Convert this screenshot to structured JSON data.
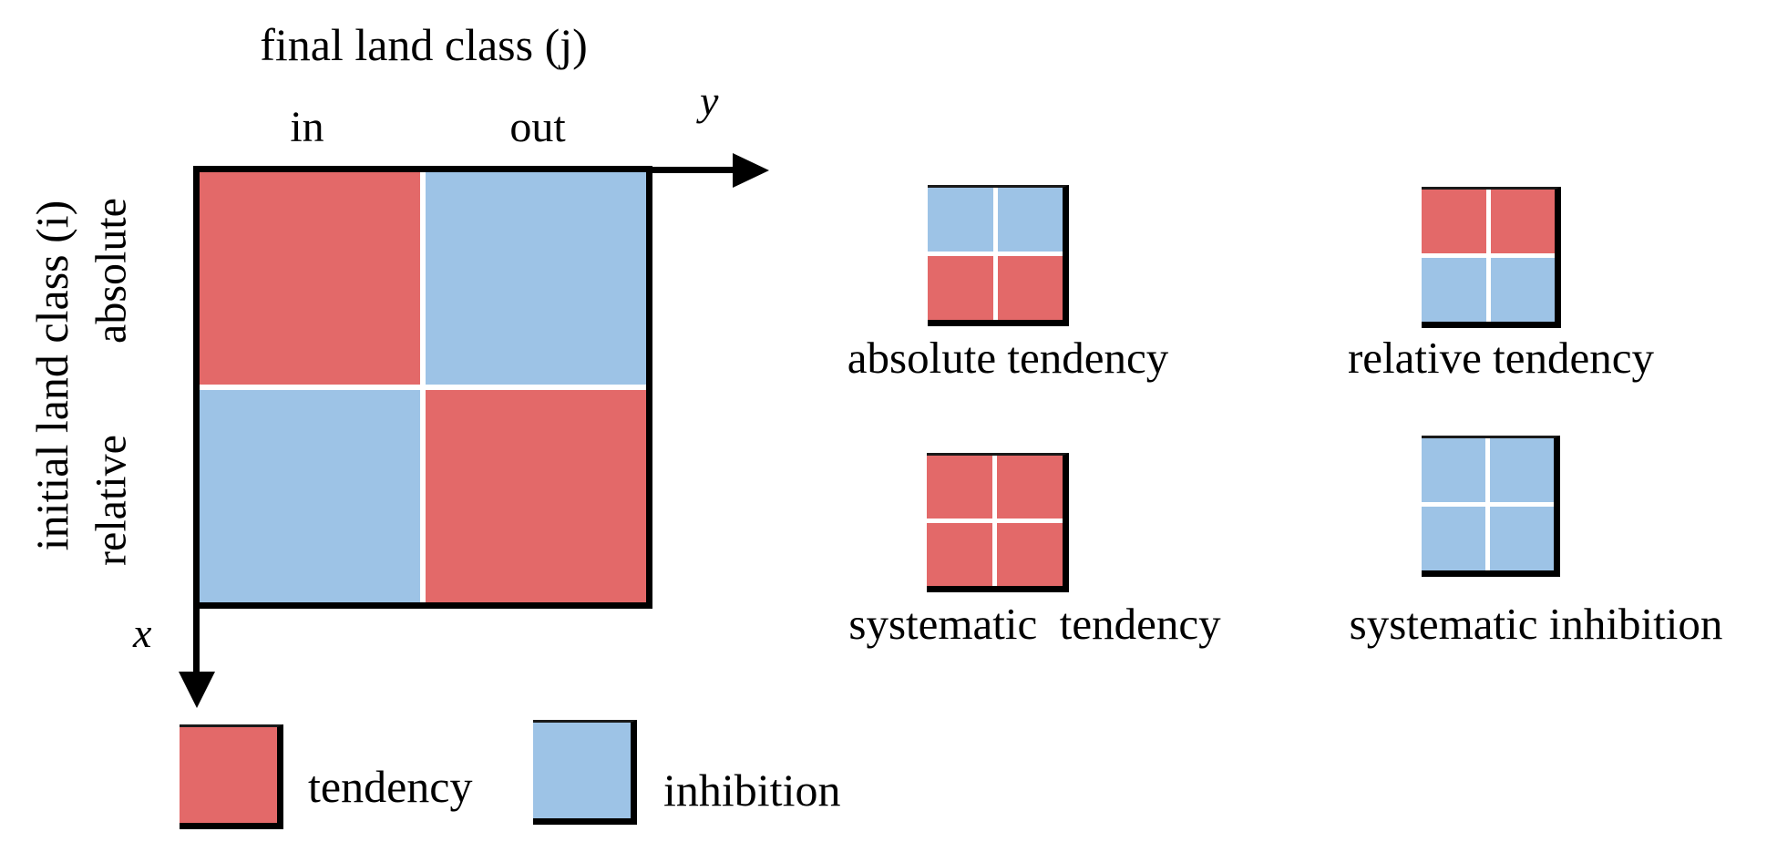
{
  "colors": {
    "tendency": "#E36969",
    "inhibition": "#9DC3E6",
    "axis": "#000000",
    "grid_gap": "#FFFFFF"
  },
  "main_matrix": {
    "title": "final land class (j)",
    "row_axis_label": "initial land class (i)",
    "col_labels": [
      "in",
      "out"
    ],
    "row_labels": [
      "absolute",
      "relative"
    ],
    "y_axis_label": "y",
    "x_axis_label": "x",
    "cells": [
      [
        "tendency",
        "inhibition"
      ],
      [
        "inhibition",
        "tendency"
      ]
    ]
  },
  "mini_matrices": [
    {
      "label": "absolute tendency",
      "cells": [
        [
          "inhibition",
          "inhibition"
        ],
        [
          "tendency",
          "tendency"
        ]
      ]
    },
    {
      "label": "relative tendency",
      "cells": [
        [
          "tendency",
          "tendency"
        ],
        [
          "inhibition",
          "inhibition"
        ]
      ]
    },
    {
      "label": "systematic  tendency",
      "cells": [
        [
          "tendency",
          "tendency"
        ],
        [
          "tendency",
          "tendency"
        ]
      ]
    },
    {
      "label": "systematic inhibition",
      "cells": [
        [
          "inhibition",
          "inhibition"
        ],
        [
          "inhibition",
          "inhibition"
        ]
      ]
    }
  ],
  "legend": [
    {
      "label": "tendency",
      "color_key": "tendency"
    },
    {
      "label": "inhibition",
      "color_key": "inhibition"
    }
  ]
}
